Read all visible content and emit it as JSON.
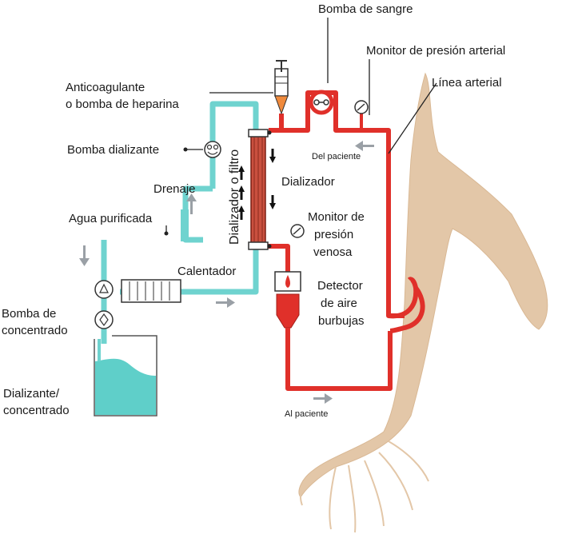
{
  "labels": {
    "bomba_sangre": "Bomba de sangre",
    "monitor_presion_arterial": "Monitor de presión arterial",
    "linea_arterial": "Línea arterial",
    "anticoagulante_1": "Anticoagulante",
    "anticoagulante_2": "o bomba de heparina",
    "bomba_dializante": "Bomba dializante",
    "del_paciente": "Del paciente",
    "dializador": "Dializador",
    "dializador_filtro": "Dializador o filtro",
    "drenaje": "Drenaje",
    "agua_purificada": "Agua purificada",
    "monitor_venosa_1": "Monitor de",
    "monitor_venosa_2": "presión",
    "monitor_venosa_3": "venosa",
    "calentador": "Calentador",
    "detector_1": "Detector",
    "detector_2": "de aire",
    "detector_3": "burbujas",
    "bomba_concentrado_1": "Bomba de",
    "bomba_concentrado_2": "concentrado",
    "dializante_1": "Dializante/",
    "dializante_2": "concentrado",
    "al_paciente": "Al paciente"
  },
  "colors": {
    "blood_line": "#e0302a",
    "dialysate_line": "#6fd3cf",
    "fluid_fill": "#5fcfc9",
    "arm_skin": "#e3c7a8",
    "arrow_gray": "#9aa0a6",
    "heparin_fill": "#f08a3c"
  }
}
